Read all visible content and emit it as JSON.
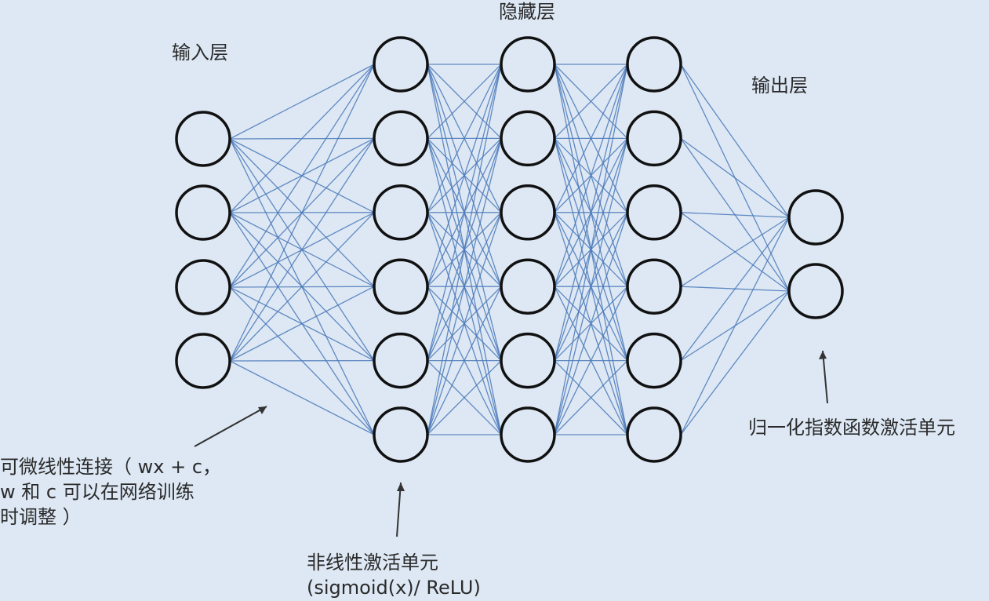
{
  "layers": {
    "input": {
      "label": "输入层",
      "nodes": 4
    },
    "hidden": {
      "label": "隐藏层",
      "layer_count": 3,
      "nodes_per_layer": 6
    },
    "output": {
      "label": "输出层",
      "nodes": 2
    }
  },
  "annotations": {
    "linear": {
      "line1": "可微线性连接（ wx + c，",
      "line2": "w 和 c 可以在网络训练",
      "line3": "时调整 ）"
    },
    "nonlinear": {
      "line1": "非线性激活单元",
      "line2": "(sigmoid(x)/ ReLU)"
    },
    "softmax": "归一化指数函数激活单元"
  },
  "colors": {
    "background": "#dde8f4",
    "edge": "#4a78b8",
    "node_stroke": "#111111",
    "node_fill": "#dde8f4",
    "arrow": "#333333"
  }
}
